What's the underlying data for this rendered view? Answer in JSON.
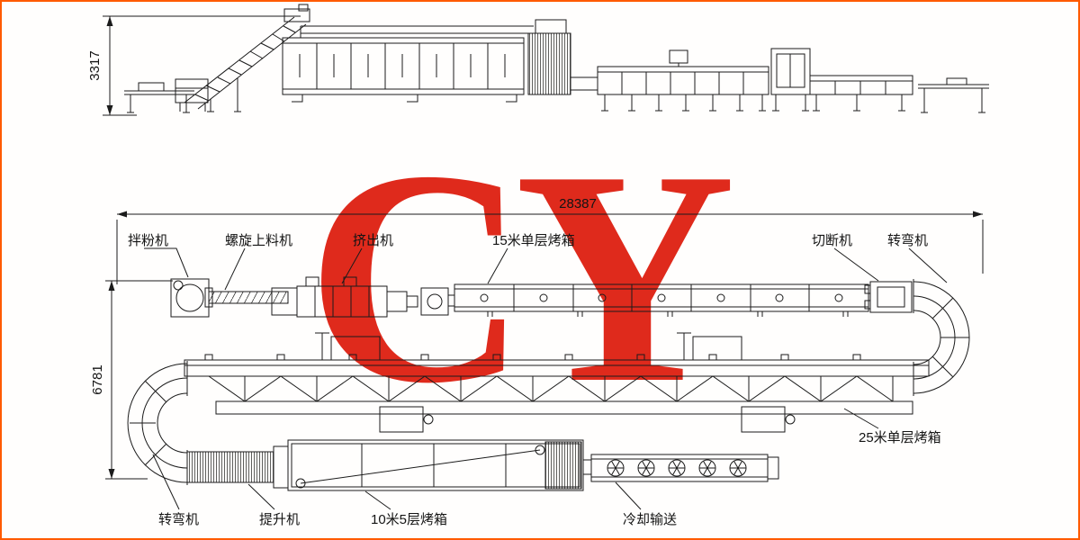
{
  "watermark": {
    "text": "CY",
    "color": "#df2a1c"
  },
  "colors": {
    "border": "#ff5a00",
    "line": "#1b1b1b",
    "background": "#ffffff"
  },
  "dimensions": {
    "side_height": "3317",
    "plan_total_length": "28387",
    "plan_width": "6781"
  },
  "labels": {
    "mixer": "拌粉机",
    "screw_feeder": "螺旋上料机",
    "extruder": "挤出机",
    "oven_15m": "15米单层烤箱",
    "cutter": "切断机",
    "turner_right": "转弯机",
    "oven_25m": "25米单层烤箱",
    "turner_left": "转弯机",
    "elevator": "提升机",
    "oven_10m": "10米5层烤箱",
    "cooling_conveyor": "冷却输送"
  }
}
